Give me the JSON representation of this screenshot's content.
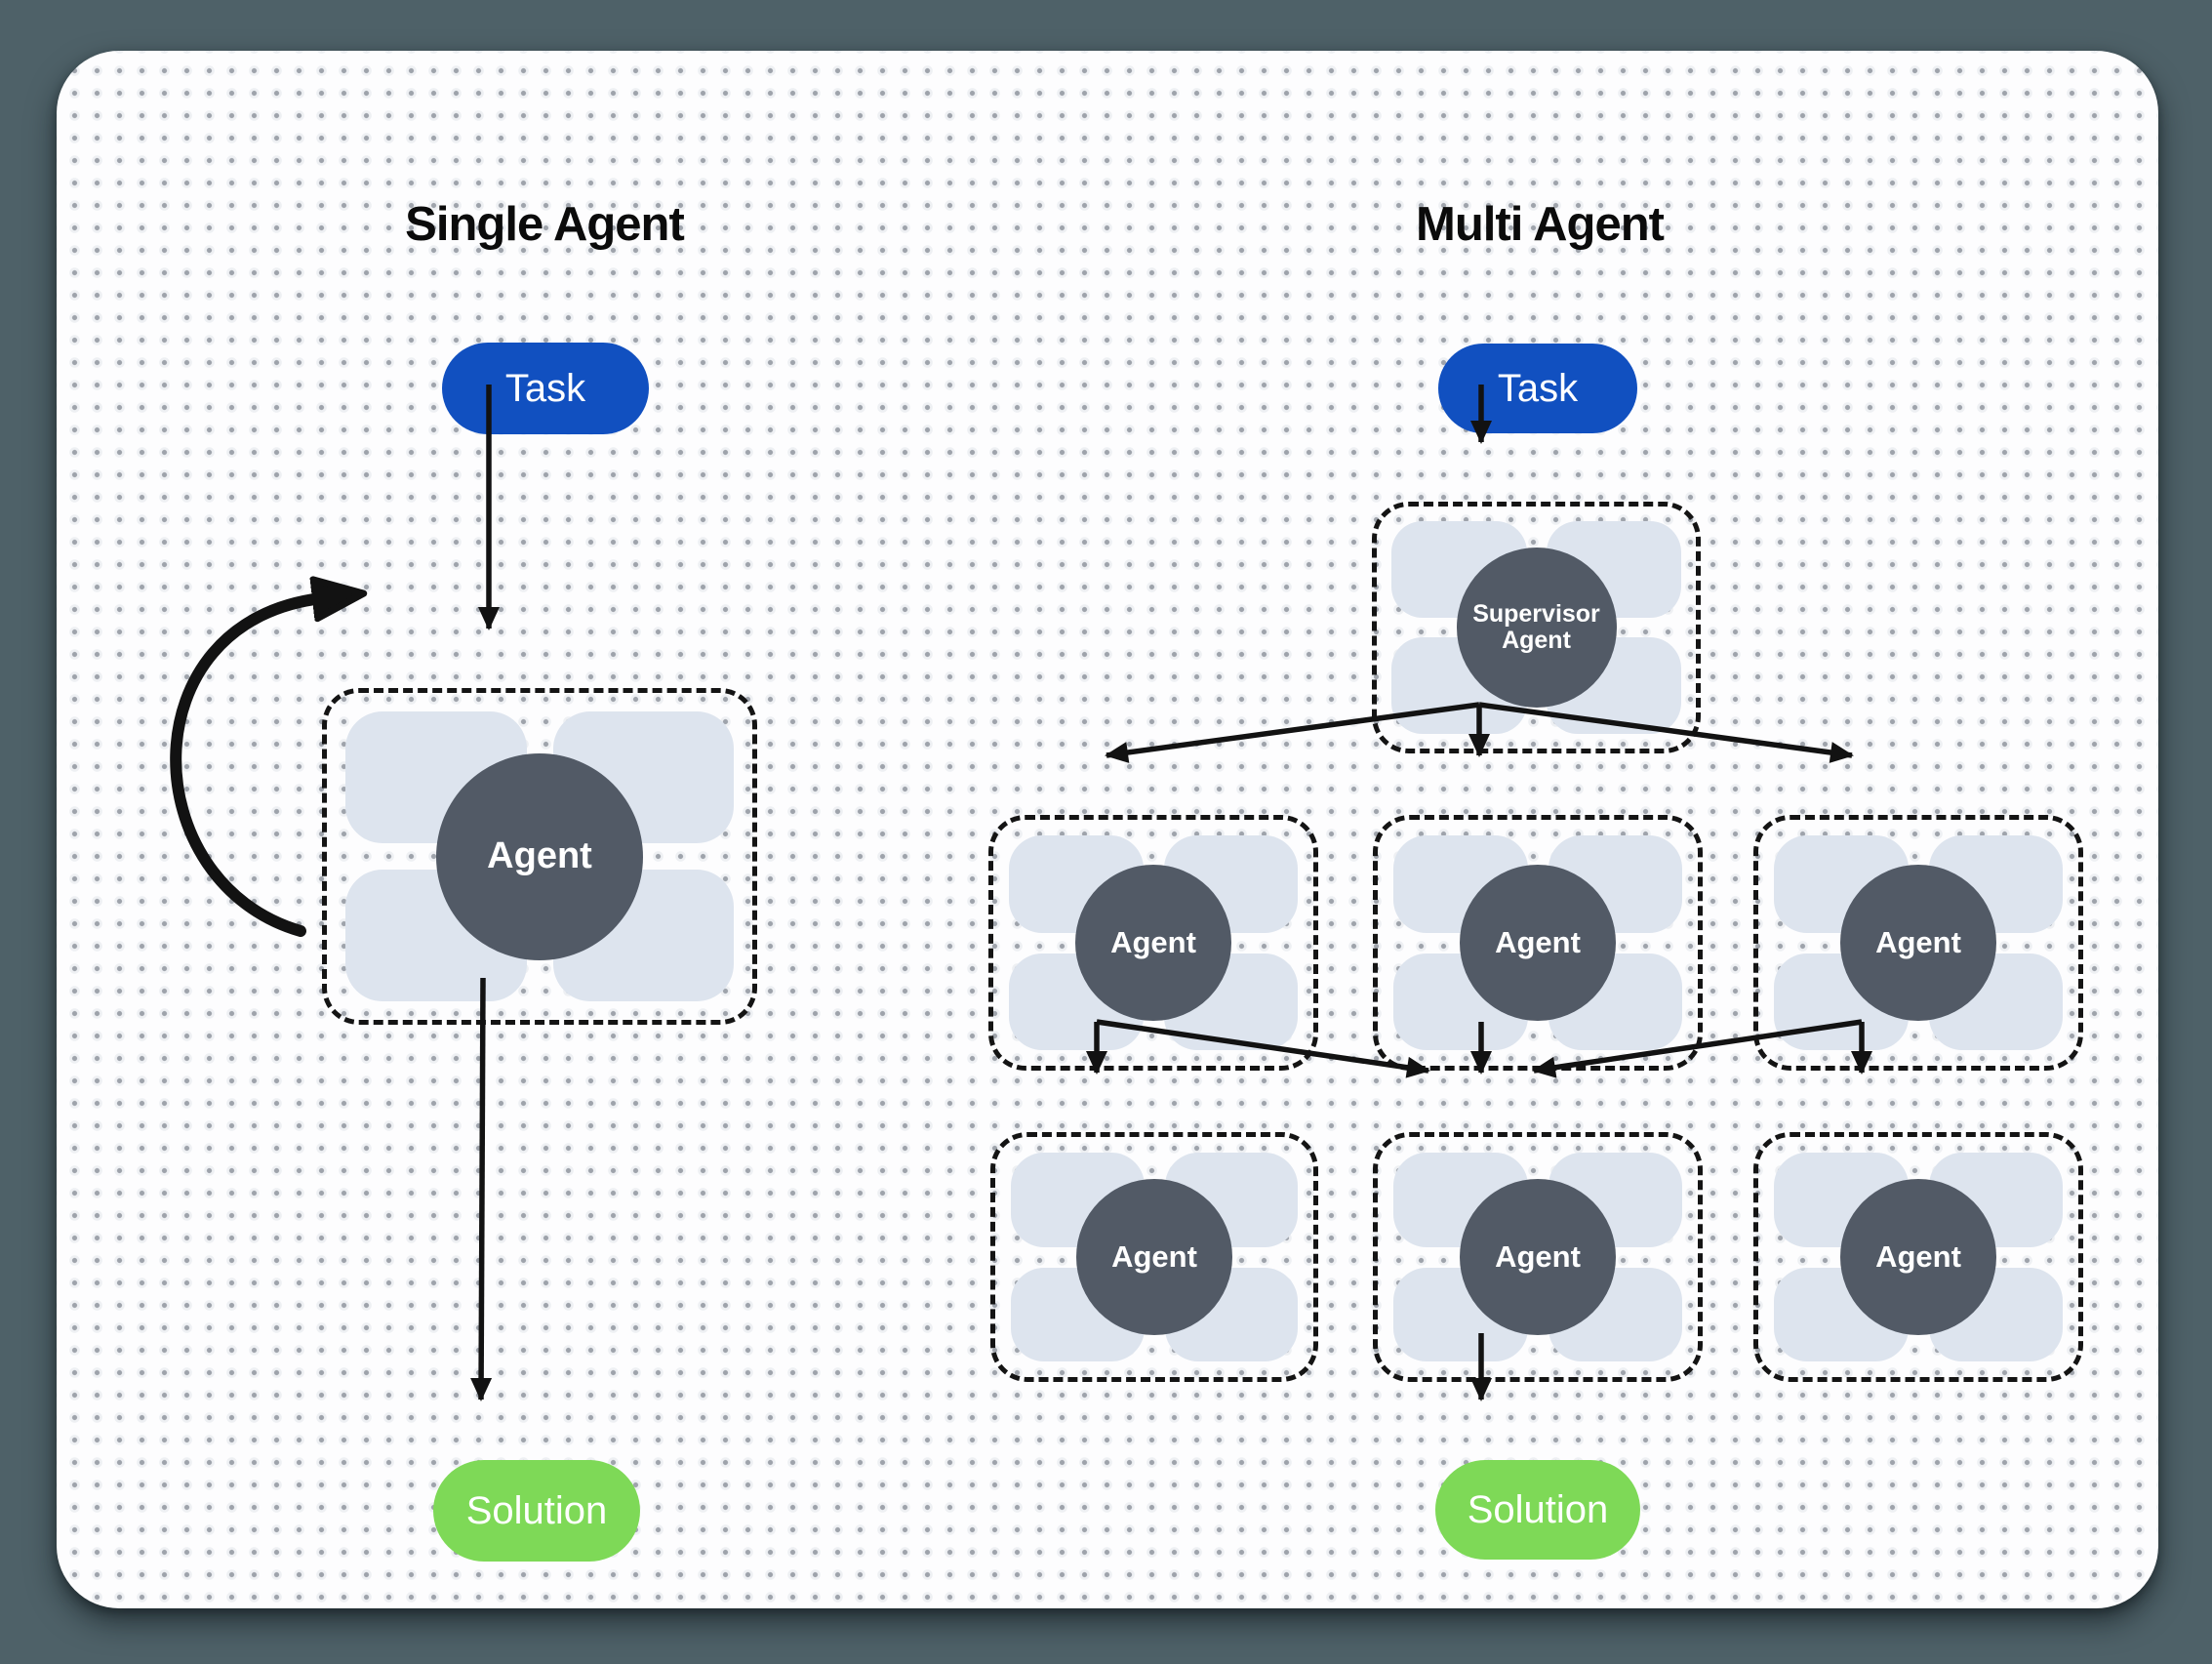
{
  "left_panel": {
    "title": "Single Agent",
    "task_label": "Task",
    "agent_label": "Agent",
    "solution_label": "Solution"
  },
  "right_panel": {
    "title": "Multi Agent",
    "task_label": "Task",
    "supervisor_label": "Supervisor\nAgent",
    "worker_agents_row1": [
      "Agent",
      "Agent",
      "Agent"
    ],
    "worker_agents_row2": [
      "Agent",
      "Agent",
      "Agent"
    ],
    "solution_label": "Solution"
  },
  "colors": {
    "outer_background": "#4e6168",
    "card_background": "#fdfdfe",
    "task_pill": "#1150c0",
    "solution_pill": "#7ed957",
    "agent_circle": "#525a66",
    "tool_tile": "#dde4ee",
    "arrow": "#121212",
    "dashed_border": "#141414"
  }
}
